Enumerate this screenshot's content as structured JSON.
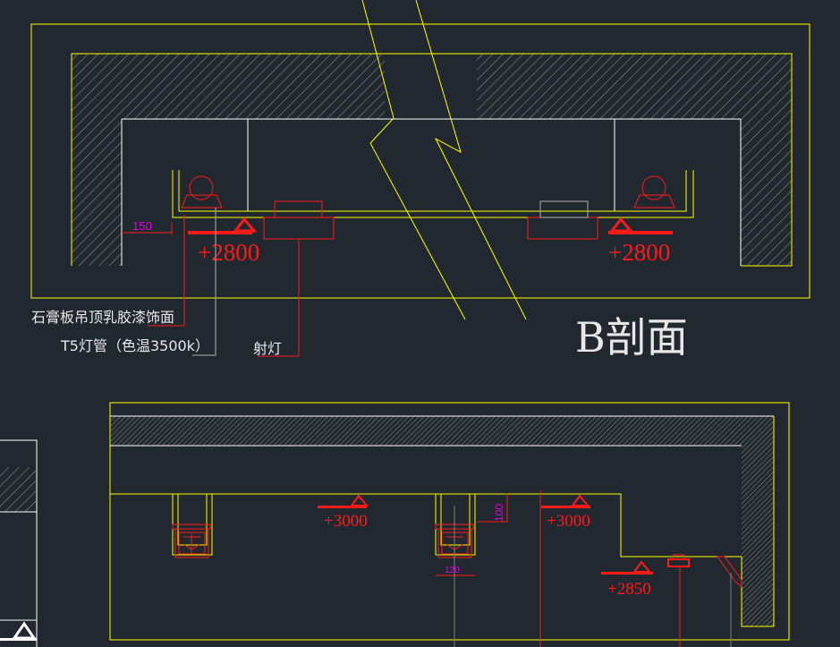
{
  "drawing": {
    "section_title": "B剖面",
    "labels": {
      "ceiling_finish": "石膏板吊顶乳胶漆饰面",
      "t5_tube": "T5灯管（色温3500k）",
      "spotlight": "射灯"
    },
    "elevations": {
      "top_left": "+2800",
      "top_right": "+2800",
      "bottom_a": "+3000",
      "bottom_b": "+3000",
      "bottom_c": "+2850"
    },
    "dimensions": {
      "offset": "150",
      "depth": "100",
      "width": "120"
    },
    "colors": {
      "background": "#212830",
      "wall_lines": "#ffff00",
      "fixtures": "#ff1a1a",
      "dimensions": "#e000e0",
      "outline": "#ffffff"
    }
  }
}
